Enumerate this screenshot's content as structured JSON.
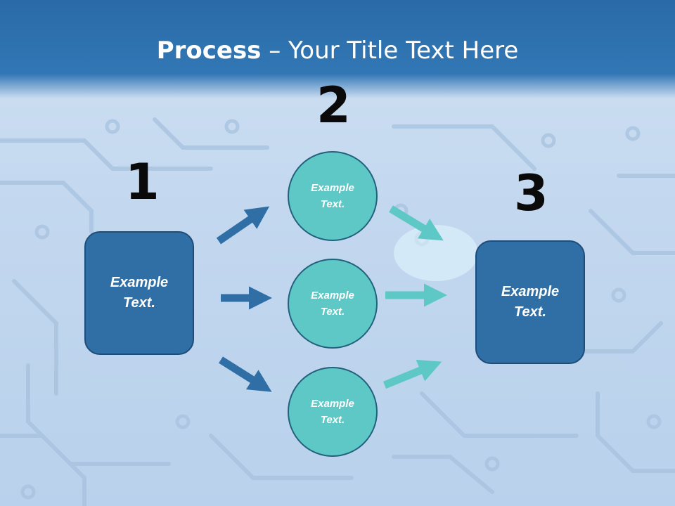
{
  "title": {
    "bold": "Process",
    "rest": " – Your Title Text Here"
  },
  "steps": {
    "one": "1",
    "two": "2",
    "three": "3"
  },
  "left_box": {
    "text": "Example\nText."
  },
  "circles": [
    {
      "text": "Example\nText."
    },
    {
      "text": "Example\nText."
    },
    {
      "text": "Example\nText."
    }
  ],
  "right_box": {
    "text": "Example\nText."
  },
  "colors": {
    "header": "#3277b5",
    "box": "#2f6fa6",
    "circle": "#5ec8c6",
    "arrow_left": "#2f6fa6",
    "arrow_right": "#5ec8c6"
  }
}
